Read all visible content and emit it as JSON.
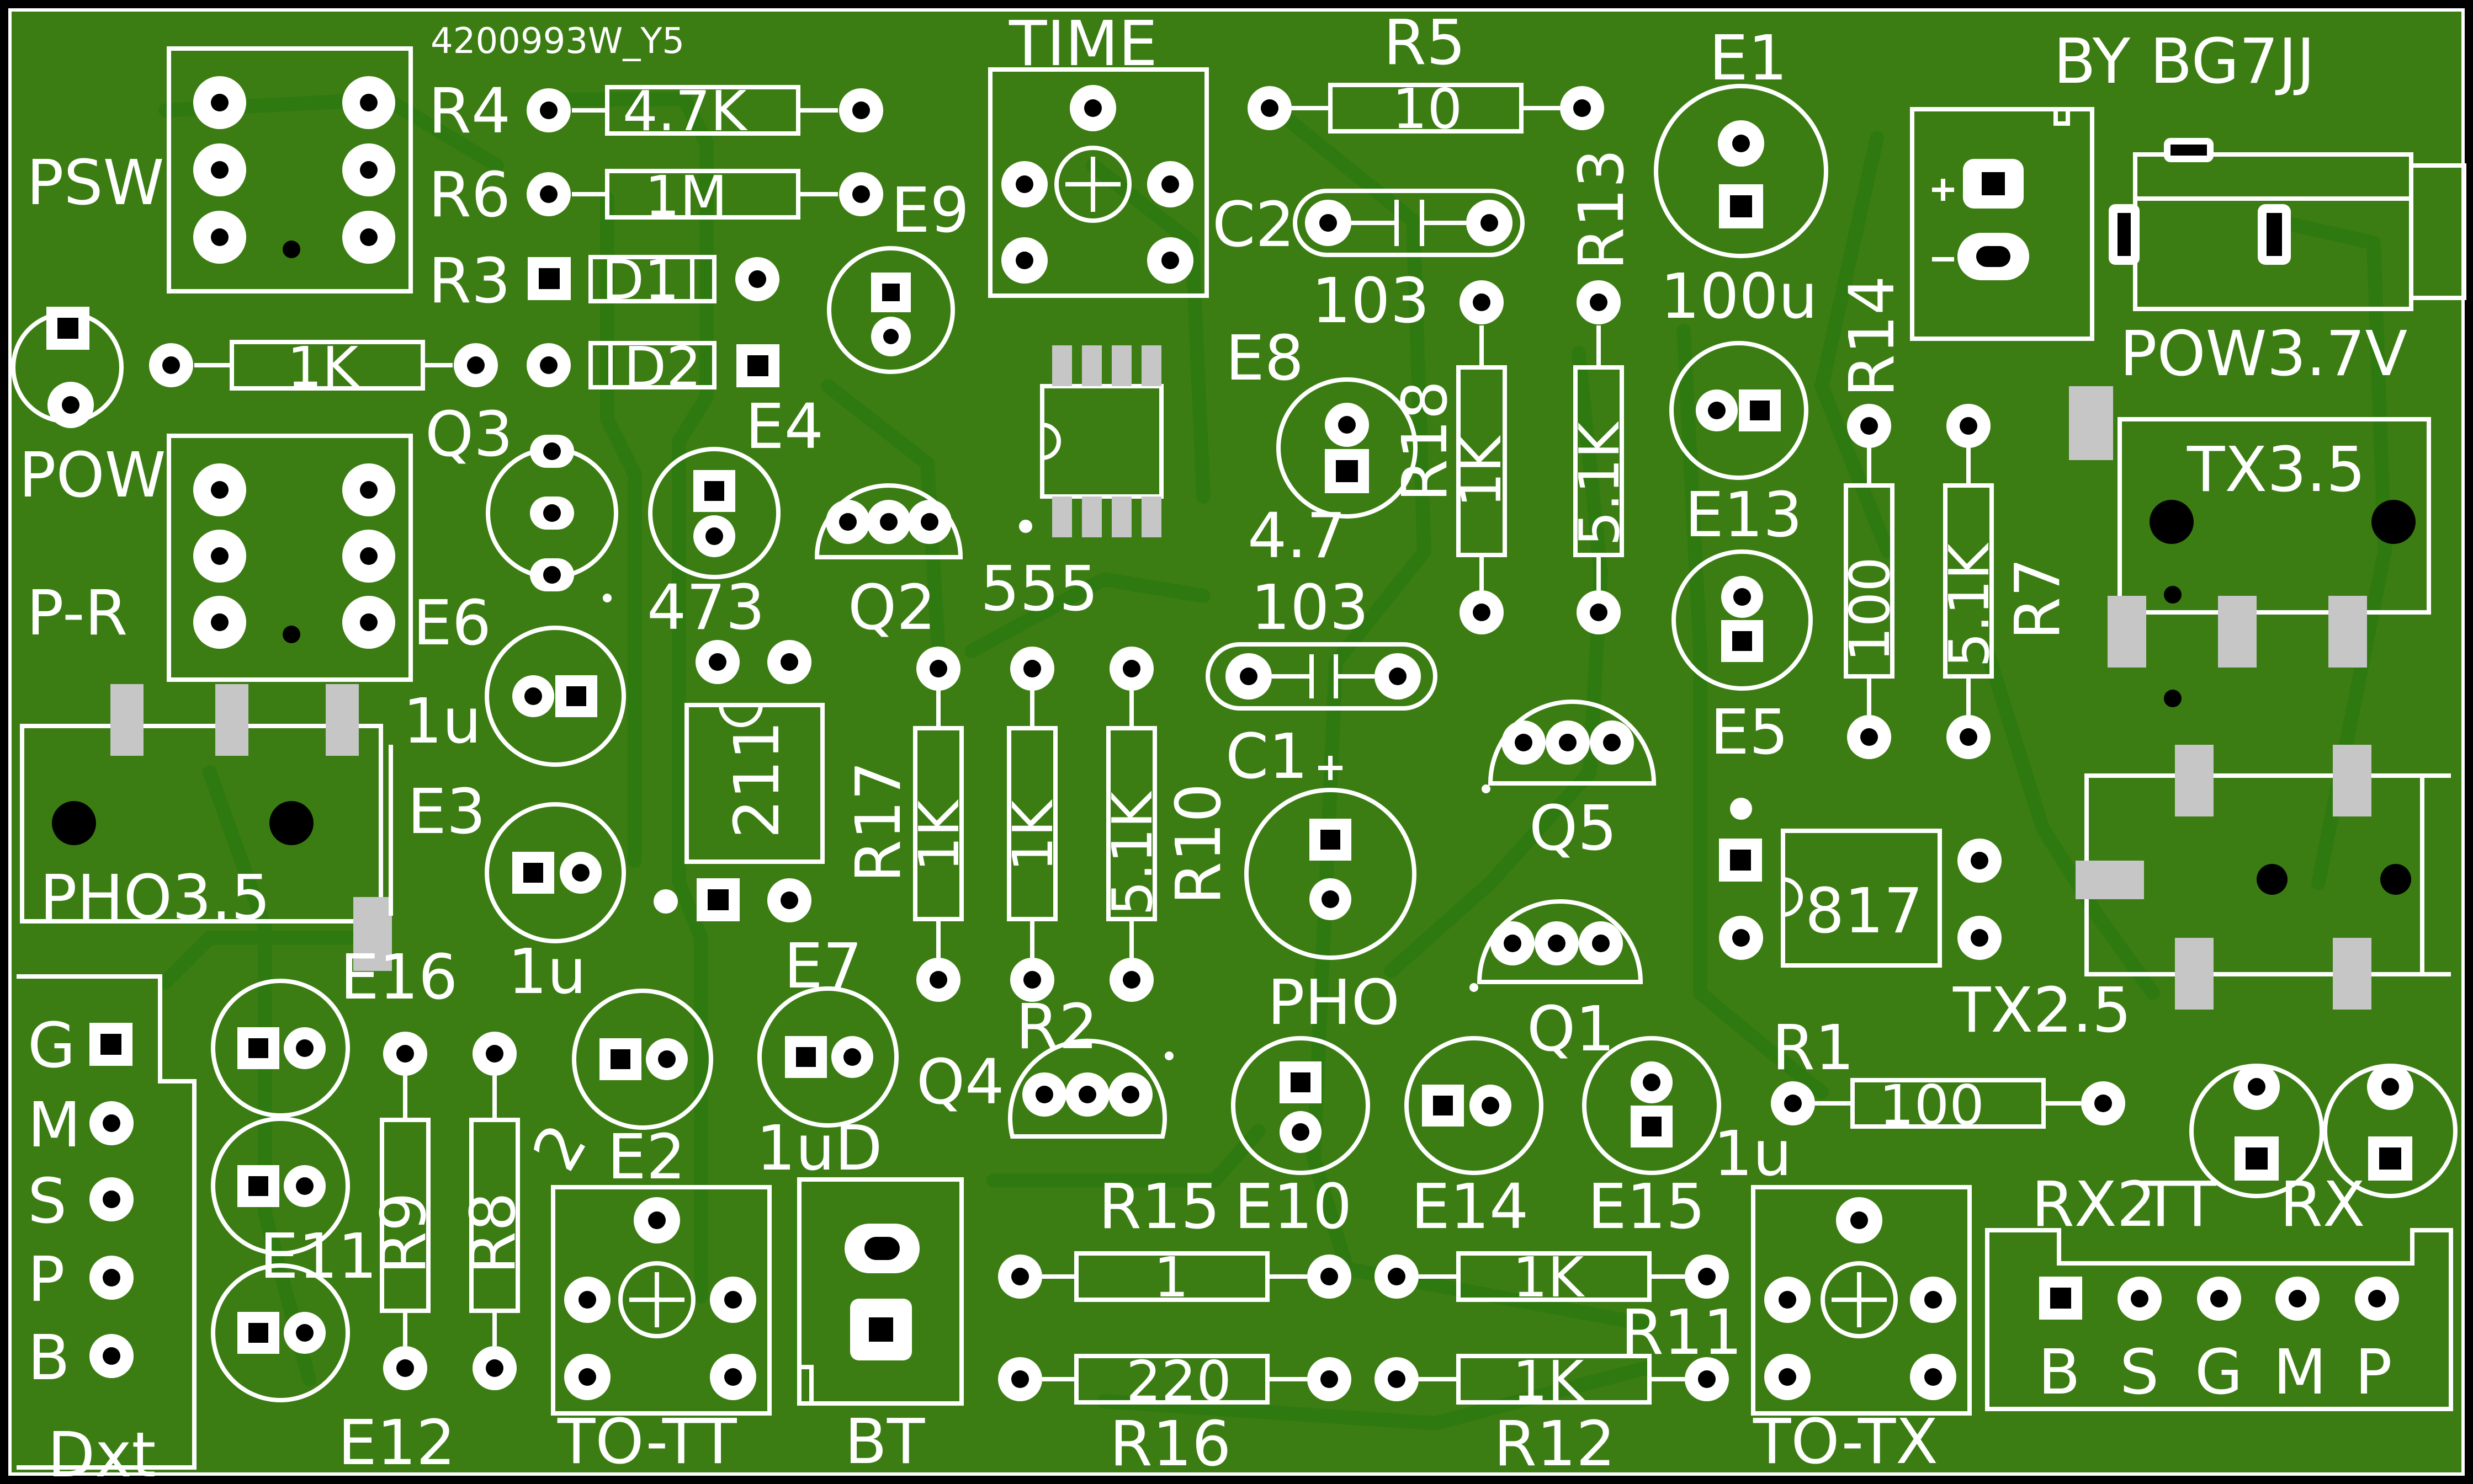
{
  "board": {
    "code": "4200993W_Y5",
    "author": "BY BG7JJ",
    "colors": {
      "substrate": "#3b7d13",
      "trace": "#2f7a10",
      "silk": "#ffffff",
      "smd_pad": "#c6c6c6"
    }
  },
  "labels": {
    "PSW": "PSW",
    "POW": "POW",
    "P_R": "P-R",
    "PHO35": "PHO3.5",
    "TIME": "TIME",
    "POW37": "POW3.7V",
    "TX35": "TX3.5",
    "TX25": "TX2.5",
    "TOTT": "TO-TT",
    "BT": "BT",
    "TOTX": "TO-TX",
    "PHO": "PHO",
    "RX2": "RX2",
    "TT": "TT",
    "RX": "RX",
    "IC555": "555",
    "OPTO": "817",
    "DXT": "Dxt"
  },
  "components": {
    "R4": {
      "ref": "R4",
      "value": "4.7K"
    },
    "R6": {
      "ref": "R6",
      "value": "1M"
    },
    "R5": {
      "ref": "R5",
      "value": "10"
    },
    "R3": {
      "ref": "R3",
      "value": "1K"
    },
    "D1": {
      "ref": "D1"
    },
    "D2": {
      "ref": "D2"
    },
    "R13": {
      "ref": "R13",
      "value": "5.1K"
    },
    "R18": {
      "ref": "R18",
      "value": "1K"
    },
    "R14": {
      "ref": "R14",
      "value": "100"
    },
    "R7": {
      "ref": "R7",
      "value": "5.1K"
    },
    "R17": {
      "ref": "R17",
      "value": "1K"
    },
    "R2": {
      "ref": "R2",
      "value": "1K"
    },
    "R10": {
      "ref": "R10",
      "value": "5.1K"
    },
    "R9": {
      "ref": "R9"
    },
    "R8": {
      "ref": "R8"
    },
    "R15": {
      "ref": "R15",
      "value": "1"
    },
    "R16": {
      "ref": "R16",
      "value": "220"
    },
    "R11": {
      "ref": "R11",
      "value": "1K"
    },
    "R12": {
      "ref": "R12",
      "value": "1K"
    },
    "R1": {
      "ref": "R1",
      "value": "100"
    },
    "C1": {
      "ref": "C1",
      "value": "103"
    },
    "C2": {
      "ref": "C2",
      "value": "103"
    },
    "E1": {
      "ref": "E1",
      "value": "100u"
    },
    "E2": {
      "ref": "E2",
      "value": "2"
    },
    "E3": {
      "ref": "E3",
      "value": "1u"
    },
    "E4": {
      "ref": "E4",
      "value": "473"
    },
    "E5": {
      "ref": "E5"
    },
    "E6": {
      "ref": "E6",
      "value": "1u"
    },
    "E7": {
      "ref": "E7",
      "value": "1uD"
    },
    "E8": {
      "ref": "E8",
      "value": "4.7"
    },
    "E9": {
      "ref": "E9"
    },
    "E10": {
      "ref": "E10"
    },
    "E11": {
      "ref": "E11"
    },
    "E12": {
      "ref": "E12"
    },
    "E13": {
      "ref": "E13"
    },
    "E14": {
      "ref": "E14"
    },
    "E15": {
      "ref": "E15",
      "value": "1u"
    },
    "E16": {
      "ref": "E16"
    },
    "Q1": {
      "ref": "Q1"
    },
    "Q2": {
      "ref": "Q2"
    },
    "Q3": {
      "ref": "Q3"
    },
    "Q4": {
      "ref": "Q4"
    },
    "Q5": {
      "ref": "Q5"
    },
    "U211": {
      "value": "211"
    }
  },
  "left_header": {
    "pins": [
      "G",
      "M",
      "S",
      "P",
      "B"
    ]
  },
  "right_header": {
    "pins": [
      "B",
      "S",
      "G",
      "M",
      "P"
    ]
  }
}
